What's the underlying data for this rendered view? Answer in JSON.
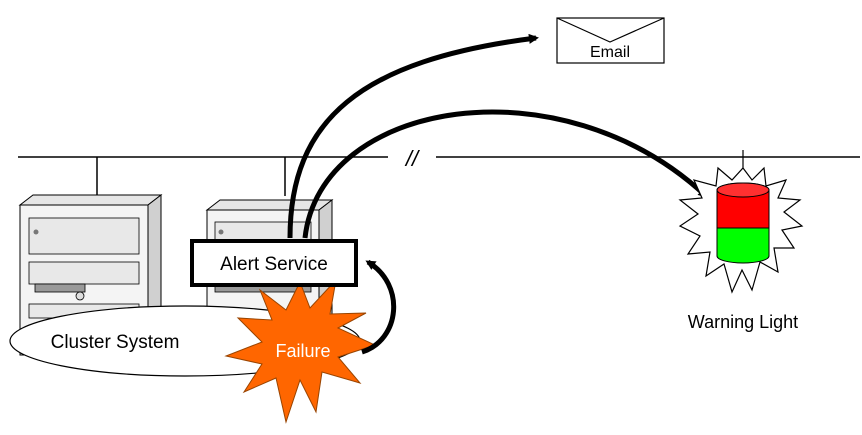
{
  "labels": {
    "email": "Email",
    "alert_service": "Alert Service",
    "cluster_system": "Cluster System",
    "failure": "Failure",
    "warning_light": "Warning Light",
    "break_mark": "//"
  },
  "colors": {
    "failure_fill": "#ff6600",
    "light_red": "#ff0000",
    "light_green": "#00ff00",
    "line": "#000000",
    "server_face": "#f2f2f2",
    "server_side": "#d9d9d9"
  }
}
